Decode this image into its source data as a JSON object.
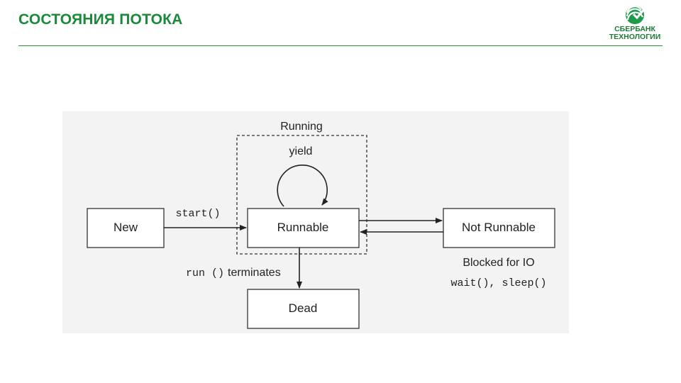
{
  "slide": {
    "title": "СОСТОЯНИЯ ПОТОКА"
  },
  "logo": {
    "line1": "СБЕРБАНК",
    "line2": "ТЕХНОЛОГИИ",
    "brand_color": "#1f7a3a"
  },
  "colors": {
    "title": "#1a8a3a",
    "rule": "#2e8b3e",
    "panel": "#f3f3f3"
  },
  "diagram": {
    "frame_label": "Running",
    "nodes": {
      "new": "New",
      "runnable": "Runnable",
      "not_runnable": "Not Runnable",
      "dead": "Dead"
    },
    "edges": {
      "start": "start()",
      "yield": "yield",
      "run_terminates_call": "run ()",
      "run_terminates_word": "terminates"
    },
    "notes": {
      "blocked": "Blocked for IO",
      "wait_sleep": "wait(), sleep()"
    }
  }
}
